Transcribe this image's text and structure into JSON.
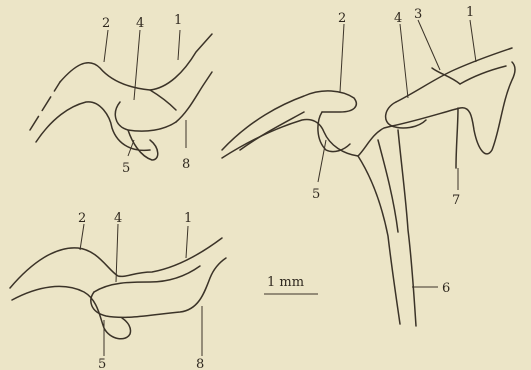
{
  "figure": {
    "background": "#ece5c7",
    "ink": "#3b3328",
    "scale_bar": {
      "label": "1 mm"
    },
    "panels": [
      {
        "name": "upper-left",
        "labels": {
          "l1": "1",
          "l2": "2",
          "l4": "4",
          "l5": "5",
          "l8": "8"
        }
      },
      {
        "name": "right",
        "labels": {
          "l1": "1",
          "l2": "2",
          "l3": "3",
          "l4": "4",
          "l5": "5",
          "l6": "6",
          "l7": "7"
        }
      },
      {
        "name": "lower-left",
        "labels": {
          "l1": "1",
          "l2": "2",
          "l4": "4",
          "l5": "5",
          "l8": "8"
        }
      }
    ]
  }
}
